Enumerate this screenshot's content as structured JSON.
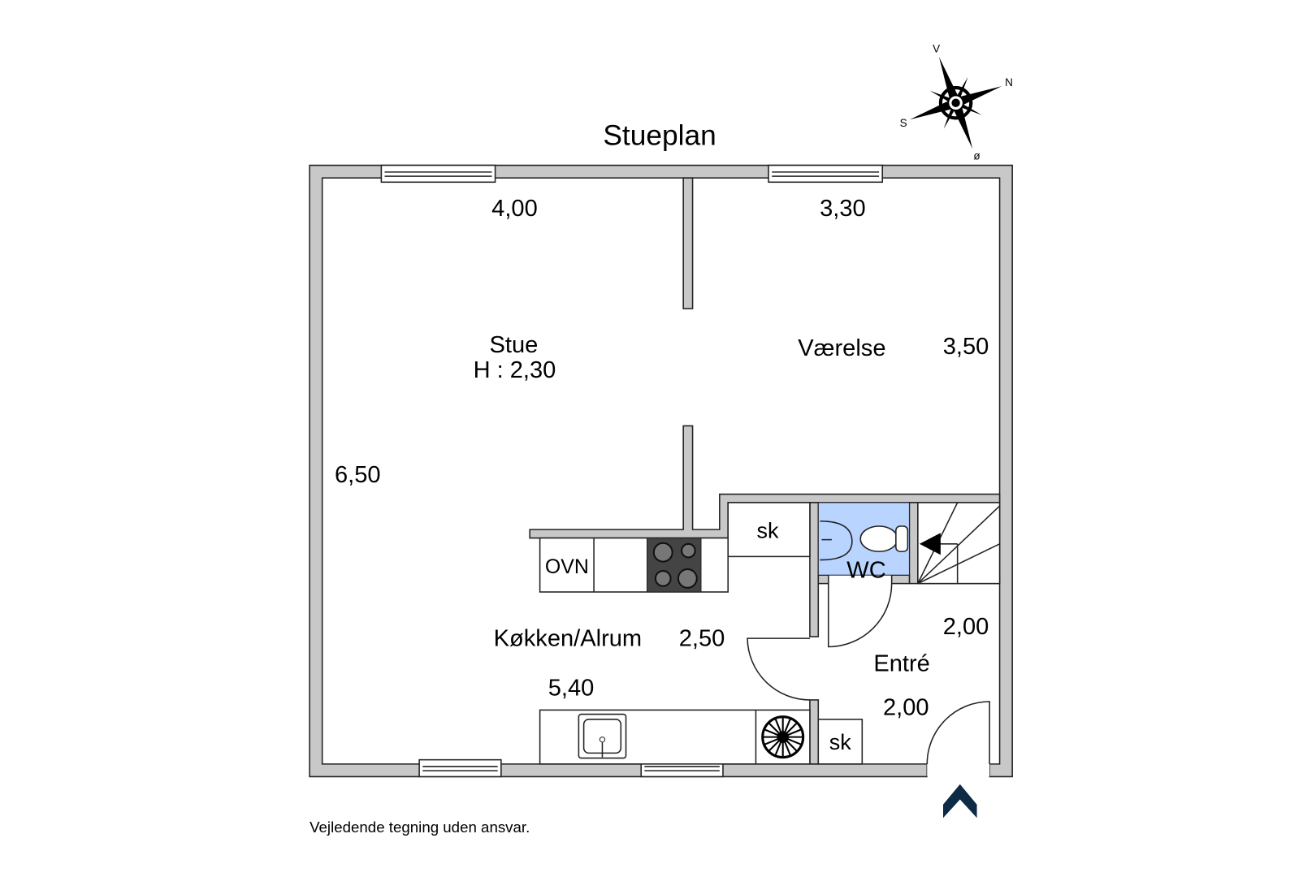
{
  "title": "Stueplan",
  "compass": {
    "north": "N",
    "south": "S",
    "west": "V",
    "east": "ø"
  },
  "rooms": {
    "stue": {
      "name": "Stue",
      "height": "H : 2,30",
      "width": "4,00",
      "length": "6,50"
    },
    "vaerelse": {
      "name": "Værelse",
      "width": "3,30",
      "length": "3,50"
    },
    "kokken": {
      "name": "Køkken/Alrum",
      "width": "5,40",
      "length": "2,50"
    },
    "entre": {
      "name": "Entré",
      "width": "2,00",
      "length": "2,00"
    },
    "wc": {
      "name": "WC"
    }
  },
  "fixtures": {
    "oven": "OVN",
    "closet_1": "sk",
    "closet_2": "sk"
  },
  "disclaimer": "Vejledende tegning uden ansvar.",
  "colors": {
    "wall": "#c8c8c8",
    "wc_fill": "#b8d4ff",
    "entrance_arrow": "#0f2a44",
    "hob": "#444444"
  }
}
